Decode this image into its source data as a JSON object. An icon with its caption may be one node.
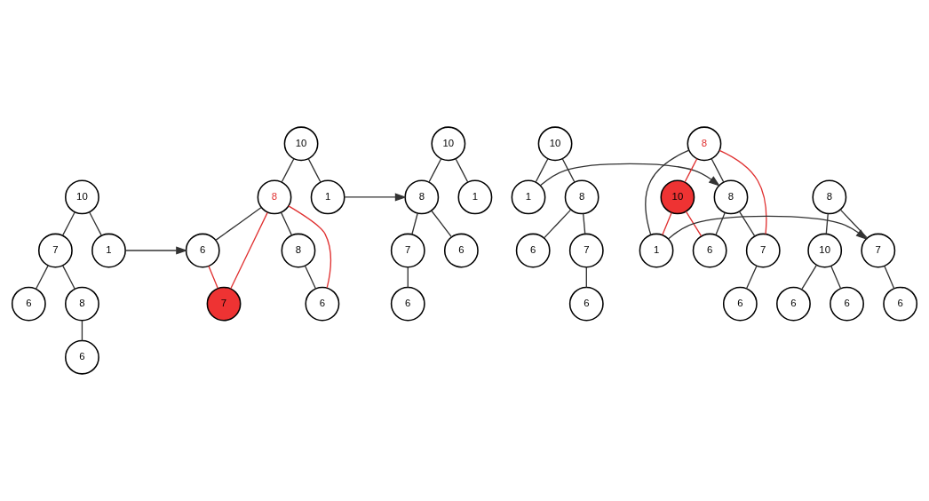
{
  "diagram": {
    "nodes": [
      {
        "text": [
          "10"
        ]
      },
      {
        "text": [
          "7"
        ]
      },
      {
        "text": [
          "1"
        ]
      },
      {
        "text": [
          "6"
        ]
      },
      {
        "text": [
          "8"
        ]
      },
      {
        "text": [
          "6"
        ]
      },
      {
        "text": [
          "10"
        ]
      },
      {
        "text": [
          "8"
        ]
      },
      {
        "text": [
          "1"
        ]
      },
      {
        "text": [
          "6"
        ]
      },
      {
        "text": [
          "7"
        ]
      },
      {
        "text": [
          "8"
        ]
      },
      {
        "text": [
          "6"
        ]
      },
      {
        "text": [
          "10"
        ]
      },
      {
        "text": [
          "8"
        ]
      },
      {
        "text": [
          "1"
        ]
      },
      {
        "text": [
          "7"
        ]
      },
      {
        "text": [
          "6"
        ]
      },
      {
        "text": [
          "6"
        ]
      },
      {
        "text": [
          "10"
        ]
      },
      {
        "text": [
          "8"
        ]
      },
      {
        "text": [
          "1"
        ]
      },
      {
        "text": [
          "7"
        ]
      },
      {
        "text": [
          "6"
        ]
      },
      {
        "text": [
          "6"
        ]
      },
      {
        "text": [
          "8"
        ]
      },
      {
        "text": [
          "8"
        ]
      },
      {
        "text": [
          "10"
        ]
      },
      {
        "text": [
          "1"
        ]
      },
      {
        "text": [
          "7"
        ]
      },
      {
        "text": [
          "6"
        ]
      },
      {
        "text": [
          "6"
        ]
      },
      {
        "text": [
          "8"
        ]
      },
      {
        "text": [
          "7"
        ]
      },
      {
        "text": [
          "10"
        ]
      },
      {
        "text": [
          "6"
        ]
      },
      {
        "text": [
          "6"
        ]
      },
      {
        "text": [
          "6"
        ]
      }
    ],
    "edges": [
      {
        "from": 0,
        "to": 1,
        "arrow": "none"
      },
      {
        "from": 0,
        "to": 2,
        "arrow": "none"
      },
      {
        "from": 1,
        "to": 3,
        "arrow": "none"
      },
      {
        "from": 1,
        "to": 4,
        "arrow": "none"
      },
      {
        "from": 4,
        "to": 5,
        "arrow": "none"
      },
      {
        "from": 2,
        "to": 9,
        "arrow": "to"
      },
      {
        "from": 6,
        "to": 7,
        "arrow": "none"
      },
      {
        "from": 6,
        "to": 8,
        "arrow": "none"
      },
      {
        "from": 7,
        "to": 9,
        "arrow": "none"
      },
      {
        "from": 7,
        "to": 10,
        "arrow": "none",
        "color": "#e03131"
      },
      {
        "from": 9,
        "to": 10,
        "arrow": "none",
        "color": "#e03131"
      },
      {
        "from": 7,
        "to": 11,
        "arrow": "none"
      },
      {
        "from": 11,
        "to": 12,
        "arrow": "none"
      },
      {
        "from": 7,
        "to": 12,
        "arrow": "none",
        "color": "#e03131"
      },
      {
        "from": 8,
        "to": 14,
        "arrow": "to"
      },
      {
        "from": 13,
        "to": 14,
        "arrow": "none"
      },
      {
        "from": 13,
        "to": 15,
        "arrow": "none"
      },
      {
        "from": 14,
        "to": 16,
        "arrow": "none"
      },
      {
        "from": 14,
        "to": 17,
        "arrow": "none"
      },
      {
        "from": 16,
        "to": 18,
        "arrow": "none"
      },
      {
        "from": 19,
        "to": 20,
        "arrow": "none"
      },
      {
        "from": 19,
        "to": 21,
        "arrow": "none"
      },
      {
        "from": 20,
        "to": 22,
        "arrow": "none"
      },
      {
        "from": 20,
        "to": 23,
        "arrow": "none"
      },
      {
        "from": 22,
        "to": 24,
        "arrow": "none"
      },
      {
        "from": 21,
        "to": 26,
        "arrow": "to"
      },
      {
        "from": 25,
        "to": 26,
        "arrow": "none"
      },
      {
        "from": 25,
        "to": 27,
        "arrow": "none",
        "color": "#e03131"
      },
      {
        "from": 25,
        "to": 28,
        "arrow": "none"
      },
      {
        "from": 25,
        "to": 29,
        "arrow": "none",
        "color": "#e03131"
      },
      {
        "from": 27,
        "to": 28,
        "arrow": "none",
        "color": "#e03131"
      },
      {
        "from": 27,
        "to": 30,
        "arrow": "none",
        "color": "#e03131"
      },
      {
        "from": 26,
        "to": 29,
        "arrow": "none"
      },
      {
        "from": 26,
        "to": 30,
        "arrow": "none"
      },
      {
        "from": 29,
        "to": 31,
        "arrow": "none"
      },
      {
        "from": 28,
        "to": 33,
        "arrow": "to"
      },
      {
        "from": 32,
        "to": 33,
        "arrow": "none"
      },
      {
        "from": 32,
        "to": 34,
        "arrow": "none"
      },
      {
        "from": 33,
        "to": 35,
        "arrow": "none"
      },
      {
        "from": 34,
        "to": 36,
        "arrow": "none"
      },
      {
        "from": 34,
        "to": 37,
        "arrow": "none"
      }
    ]
  }
}
